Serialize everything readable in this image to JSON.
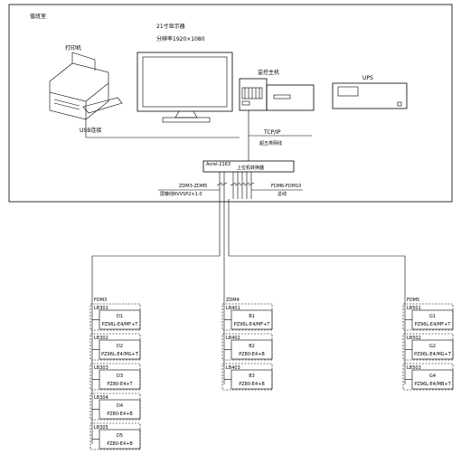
{
  "room": {
    "label": "值班室"
  },
  "printer": {
    "label": "打印机",
    "usb_label": "USB连接"
  },
  "monitor": {
    "label_line1": "21寸显示器",
    "label_line2": "分辨率1920×1080"
  },
  "host": {
    "label": "监控主机"
  },
  "ups": {
    "label": "UPS"
  },
  "tcpip": {
    "label": "TCP/IP",
    "sub_label": "超五类网线"
  },
  "converter": {
    "model": "Acrel-2163",
    "label": "上位机转换器"
  },
  "bus_left": {
    "label_top": "ZDM3-ZDM5",
    "label_bottom": "屏蔽线RVVSP2×1.0"
  },
  "bus_right": {
    "label_top": "FDM6-FDM10",
    "label_bottom": "总线"
  },
  "panels": [
    {
      "name": "FDM3",
      "meters": [
        {
          "tag": "LB301",
          "id": "D1",
          "model": "PZ96L-E4/MF+T"
        },
        {
          "tag": "LB302",
          "id": "D2",
          "model": "PZ96L-E4/MG+T"
        },
        {
          "tag": "LB303",
          "id": "D3",
          "model": "PZ80-E4+T"
        },
        {
          "tag": "LB304",
          "id": "D4",
          "model": "PZ80-E4+B"
        },
        {
          "tag": "LB305",
          "id": "D5",
          "model": "PZ80-E4+B"
        }
      ]
    },
    {
      "name": "ZDM4",
      "meters": [
        {
          "tag": "LB401",
          "id": "B1",
          "model": "PZ96L-E4/MF+T"
        },
        {
          "tag": "LB402",
          "id": "B2",
          "model": "PZ80-E4+B"
        },
        {
          "tag": "LB403",
          "id": "B3",
          "model": "PZ80-E4+B"
        }
      ]
    },
    {
      "name": "FDM5",
      "meters": [
        {
          "tag": "LB501",
          "id": "G1",
          "model": "PZ96L-E4/MF+T"
        },
        {
          "tag": "LB502",
          "id": "G2",
          "model": "PZ96L-E4/MG+T"
        },
        {
          "tag": "LB503",
          "id": "G4",
          "model": "PZ96L-E4/MB+T"
        }
      ]
    }
  ]
}
